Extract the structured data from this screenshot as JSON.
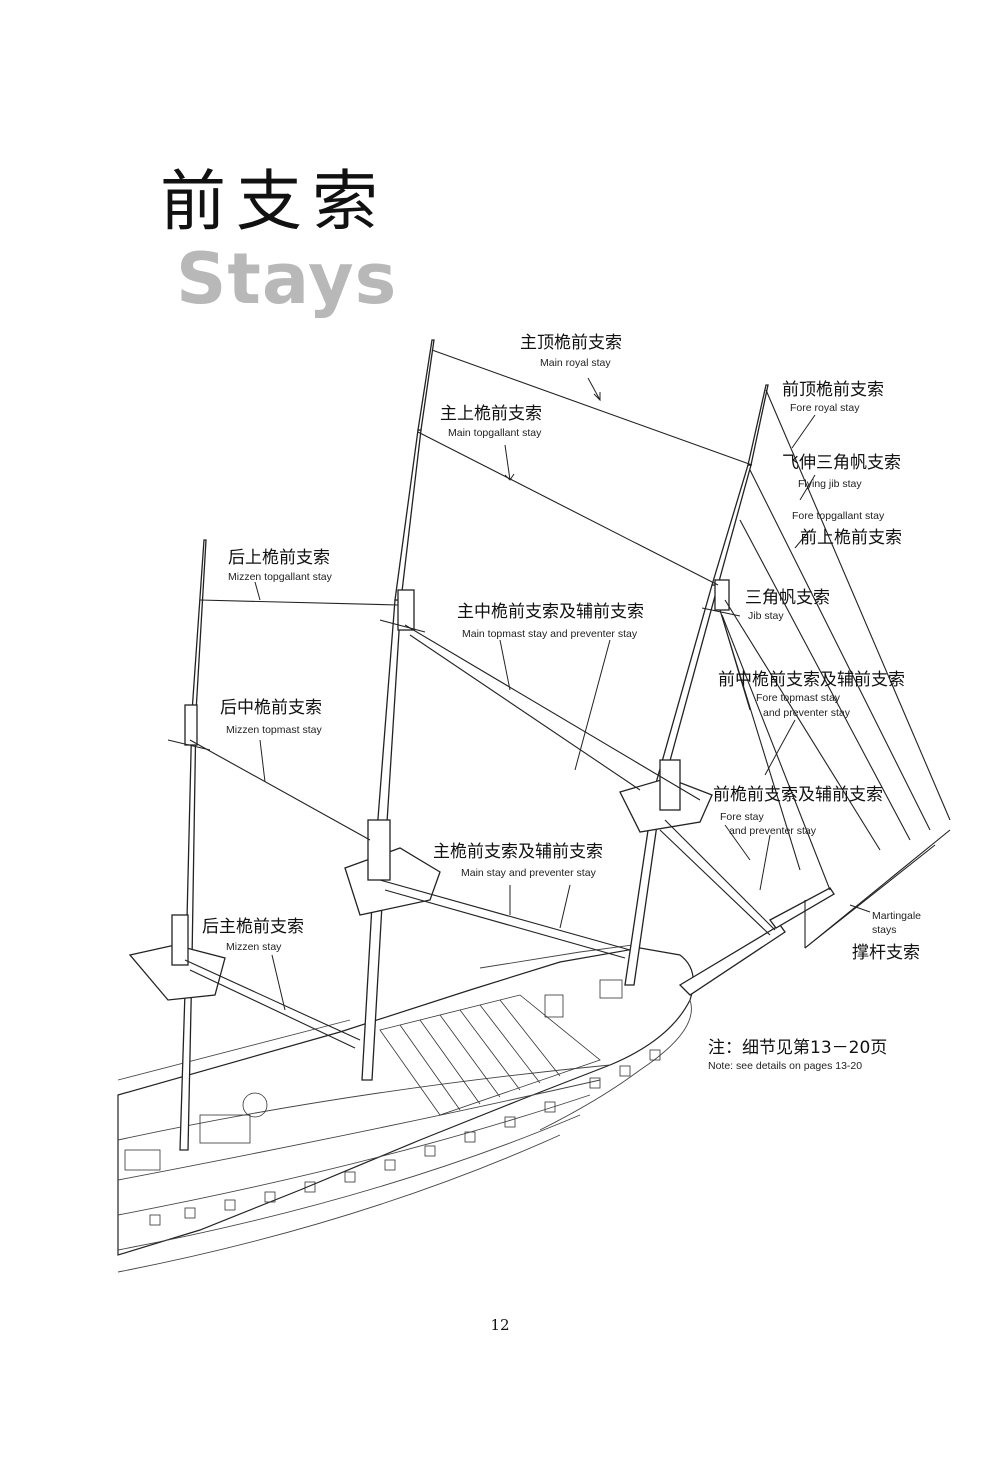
{
  "title": {
    "cn": "前支索",
    "en": "Stays"
  },
  "labels": {
    "main_royal": {
      "cn": "主顶桅前支索",
      "en": "Main royal stay"
    },
    "main_topgallant": {
      "cn": "主上桅前支索",
      "en": "Main topgallant stay"
    },
    "fore_royal": {
      "cn": "前顶桅前支索",
      "en": "Fore royal stay"
    },
    "flying_jib": {
      "cn": "飞伸三角帆支索",
      "en": "Flying jib stay"
    },
    "fore_topgallant": {
      "cn": "前上桅前支索",
      "en": "Fore topgallant stay"
    },
    "mizzen_topgallant": {
      "cn": "后上桅前支索",
      "en": "Mizzen topgallant stay"
    },
    "main_topmast": {
      "cn": "主中桅前支索及辅前支索",
      "en": "Main topmast stay and preventer stay"
    },
    "jib": {
      "cn": "三角帆支索",
      "en": "Jib stay"
    },
    "mizzen_topmast": {
      "cn": "后中桅前支索",
      "en": "Mizzen topmast stay"
    },
    "fore_topmast": {
      "cn": "前中桅前支索及辅前支索",
      "en1": "Fore topmast stay",
      "en2": "and preventer stay"
    },
    "fore_stay": {
      "cn": "前桅前支索及辅前支索",
      "en1": "Fore stay",
      "en2": "and preventer stay"
    },
    "main_stay": {
      "cn": "主桅前支索及辅前支索",
      "en": "Main stay and preventer stay"
    },
    "mizzen_stay": {
      "cn": "后主桅前支索",
      "en": "Mizzen stay"
    },
    "martingale": {
      "cn": "撑杆支索",
      "en1": "Martingale",
      "en2": "stays"
    }
  },
  "note": {
    "cn": "注：细节见第13－20页",
    "en": "Note: see details on pages 13-20"
  },
  "page_number": "12"
}
